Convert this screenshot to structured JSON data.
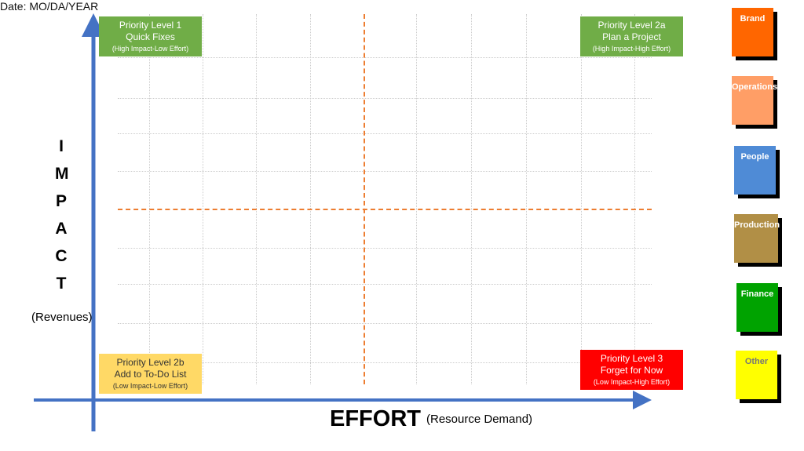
{
  "date_label": "Date:  MO/DA/YEAR",
  "quadrants": {
    "q1": {
      "title": "Priority Level 1",
      "subtitle": "Quick Fixes",
      "desc": "(High Impact-Low Effort)",
      "color": "#70ad47"
    },
    "q2a": {
      "title": "Priority Level 2a",
      "subtitle": "Plan a Project",
      "desc": "(High Impact-High Effort)",
      "color": "#70ad47"
    },
    "q2b": {
      "title": "Priority Level 2b",
      "subtitle": "Add to To-Do List",
      "desc": "(Low Impact-Low Effort)",
      "color": "#ffd966"
    },
    "q3": {
      "title": "Priority Level 3",
      "subtitle": "Forget for Now",
      "desc": "(Low Impact-High Effort)",
      "color": "#ff0000"
    }
  },
  "y_axis": {
    "letters": [
      "I",
      "M",
      "P",
      "A",
      "C",
      "T"
    ],
    "sub": "(Revenues)"
  },
  "x_axis": {
    "label": "EFFORT",
    "sub": "(Resource Demand)"
  },
  "notes": [
    {
      "label": "Brand",
      "color": "#ff6600"
    },
    {
      "label": "Operations",
      "color": "#ff9e66"
    },
    {
      "label": "People",
      "color": "#4f8bd6"
    },
    {
      "label": "Production",
      "color": "#b18f46"
    },
    {
      "label": "Finance",
      "color": "#00a300"
    },
    {
      "label": "Other",
      "color": "#ffff00"
    }
  ]
}
